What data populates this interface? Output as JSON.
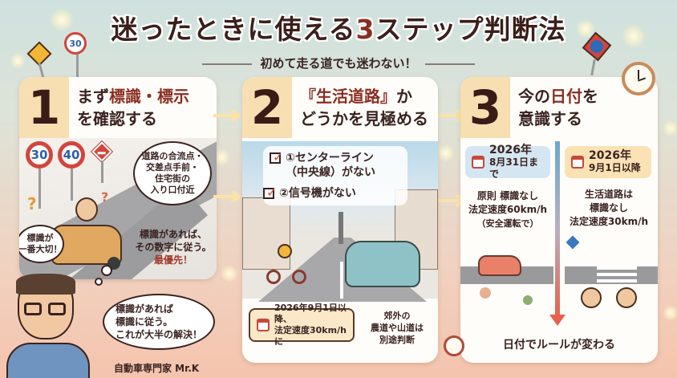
{
  "header": {
    "title_prefix": "迷ったときに使える",
    "title_number": "3",
    "title_suffix": "ステップ判断法",
    "subtitle": "初めて走る道でも迷わない！"
  },
  "colors": {
    "accent_red": "#8a2e22",
    "badge_bg": "#f8dfb2",
    "sign_red": "#d2453c",
    "sign_blue": "#2e5fa8",
    "timeline_blue": "#6aa8cf",
    "timeline_red": "#e8604a"
  },
  "decor": {
    "sign_left_speed": "30",
    "sign_step1_a": "30",
    "sign_step1_b": "40"
  },
  "step1": {
    "number": "1",
    "heading_line1_prefix": "まず",
    "heading_line1_highlight": "標識・標示",
    "heading_line2": "を確認する",
    "callout_locations": [
      "道路の合流点・",
      "交差点手前・",
      "住宅街の",
      "入り口付近"
    ],
    "driver_bubble": [
      "標識が",
      "一番大切！"
    ],
    "note_line1": "標識があれば、",
    "note_line2": "その数字に従う。",
    "note_emphasis": "最優先！"
  },
  "expert": {
    "speech": [
      "標識があれば",
      "標識に従う。",
      "これが大半の解決！"
    ],
    "name": "自動車専門家 Mr.K"
  },
  "step2": {
    "number": "2",
    "heading_line1_highlight": "『生活道路』",
    "heading_line1_suffix": "か",
    "heading_line2": "どうかを見極める",
    "checklist": [
      {
        "label_line1": "①センターライン",
        "label_line2": "（中央線）がない"
      },
      {
        "label_line1": "②信号機がない",
        "label_line2": ""
      }
    ],
    "date_note_line1": "2026年9月1日以降、",
    "date_note_line2": "法定速度30km/hに",
    "side_note": [
      "郊外の",
      "農道や山道は",
      "別途判断"
    ]
  },
  "step3": {
    "number": "3",
    "heading_line1_prefix": "今の",
    "heading_line1_highlight": "日付",
    "heading_line1_suffix": "を",
    "heading_line2": "意識する",
    "before": {
      "date_line1": "2026年",
      "date_line2": "8月31日まで",
      "rule": [
        "原則 標識なし",
        "法定速度60km/h",
        "（安全運転で）"
      ]
    },
    "after": {
      "calendar_day": "1",
      "date_line1": "2026年",
      "date_line2": "9月1日以降",
      "rule": [
        "生活道路は",
        "標識なし",
        "法定速度30km/h"
      ]
    },
    "footer": "日付でルールが変わる"
  }
}
